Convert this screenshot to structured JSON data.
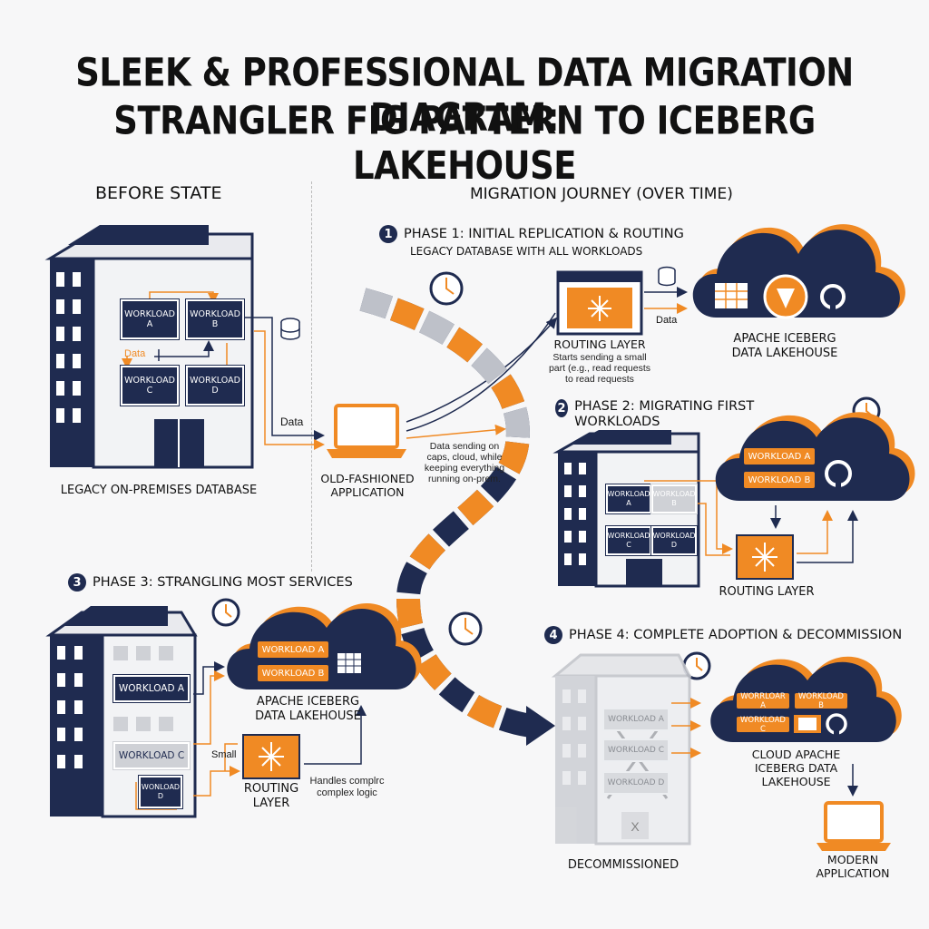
{
  "title": {
    "line1": "SLEEK & PROFESSIONAL DATA MIGRATION DIAGRAM:",
    "line2": "STRANGLER FIG PATTERN TO ICEBERG LAKEHOUSE"
  },
  "before": {
    "heading": "BEFORE STATE",
    "workloads": [
      "WORKLOAD A",
      "WORKLOAD B",
      "WORKLOAD C",
      "WORKLOAD D"
    ],
    "data_label": "Data",
    "data_arrow_label": "Data",
    "db_label": "LEGACY ON-PREMISES DATABASE",
    "app_label": "OLD-FASHIONED APPLICATION",
    "app_note": "Data sending on caps, cloud, while keeping everything running on-prem."
  },
  "journey": {
    "heading": "MIGRATION JOURNEY (OVER TIME)"
  },
  "phase1": {
    "num": "1",
    "title": "PHASE 1: INITIAL REPLICATION & ROUTING",
    "subtitle": "LEGACY DATABASE WITH ALL WORKLOADS",
    "routing_label": "ROUTING LAYER",
    "routing_note": "Starts sending a small part (e.g., read requests to read requests",
    "data_label": "Data",
    "lake_label": "APACHE ICEBERG DATA LAKEHOUSE"
  },
  "phase2": {
    "num": "2",
    "title": "PHASE 2: MIGRATING FIRST WORKLOADS",
    "cloud_workloads": [
      "WORKLOAD A",
      "WORKLOAD B"
    ],
    "building_workloads": [
      "WORKLOAD A",
      "WORKLOAD B",
      "WORKLOAD C",
      "WORKLOAD D"
    ],
    "routing_label": "ROUTING LAYER"
  },
  "phase3": {
    "num": "3",
    "title": "PHASE 3: STRANGLING MOST SERVICES",
    "building_workloads": [
      "WORKLOAD A",
      "WORKLOAD C",
      "WONLOAD D"
    ],
    "cloud_workloads": [
      "WORKLOAD A",
      "WORKLOAD B"
    ],
    "lake_label": "APACHE ICEBERG DATA LAKEHOUSE",
    "small_label": "Small",
    "routing_label": "ROUTING LAYER",
    "routing_note": "Handles complrc complex logic"
  },
  "phase4": {
    "num": "4",
    "title": "PHASE 4: COMPLETE ADOPTION & DECOMMISSION",
    "building_workloads": [
      "WORKLOAD A",
      "WORKLOAD C",
      "WORKLOAD D"
    ],
    "decom_label": "DECOMMISSIONED",
    "cloud_workloads": [
      "WORRLOAR A",
      "WORKLOAD B",
      "WORKLOAD C"
    ],
    "lake_label": "CLOUD APACHE ICEBERG DATA LAKEHOUSE",
    "app_label": "MODERN APPLICATION"
  },
  "colors": {
    "navy": "#1f2b50",
    "orange": "#f08a24",
    "gray": "#cfd1d6"
  }
}
